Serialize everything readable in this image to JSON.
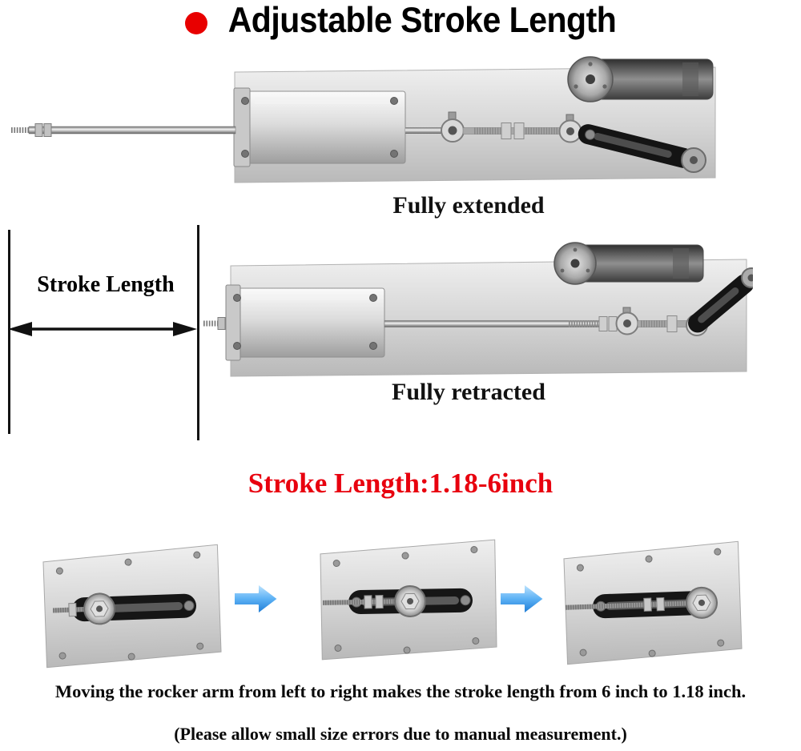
{
  "header": {
    "title": "Adjustable Stroke Length"
  },
  "photos": {
    "extended_caption": "Fully extended",
    "retracted_caption": "Fully retracted"
  },
  "stroke_annotation": {
    "label": "Stroke Length"
  },
  "spec": {
    "text": "Stroke Length:1.18-6inch"
  },
  "footer": {
    "line1": "Moving the rocker arm from left to right makes the stroke length from 6 inch to 1.18 inch.",
    "line2": "(Please allow small size errors due to manual measurement.)"
  },
  "icons": {
    "bullet": "red-dot",
    "stroke_arrow": "double-headed-arrow",
    "flow_arrow": "blue-right-arrow"
  },
  "colors": {
    "title_bullet_red": "#e80000",
    "spec_red": "#e8000e",
    "flow_arrow_blue": "#2e8fe8"
  }
}
